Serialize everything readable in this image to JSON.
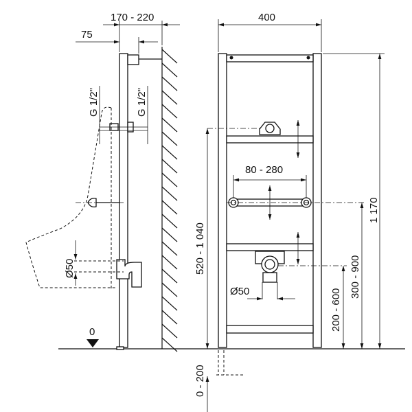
{
  "dimensions": {
    "wall_offset": "170 - 220",
    "flush_depth": "75",
    "frame_width": "400",
    "supply_thread_left": "G 1/2\"",
    "supply_thread_right": "G 1/2\"",
    "drain_diameter_side": "Ø50",
    "drain_diameter_front": "Ø50",
    "bracket_spacing": "80 - 280",
    "supply_height": "520 - 1 040",
    "frame_height": "1 170",
    "bracket_height": "300 - 900",
    "drain_height": "200 - 600",
    "foot_adjustment": "0 - 200",
    "floor_level": "0"
  }
}
